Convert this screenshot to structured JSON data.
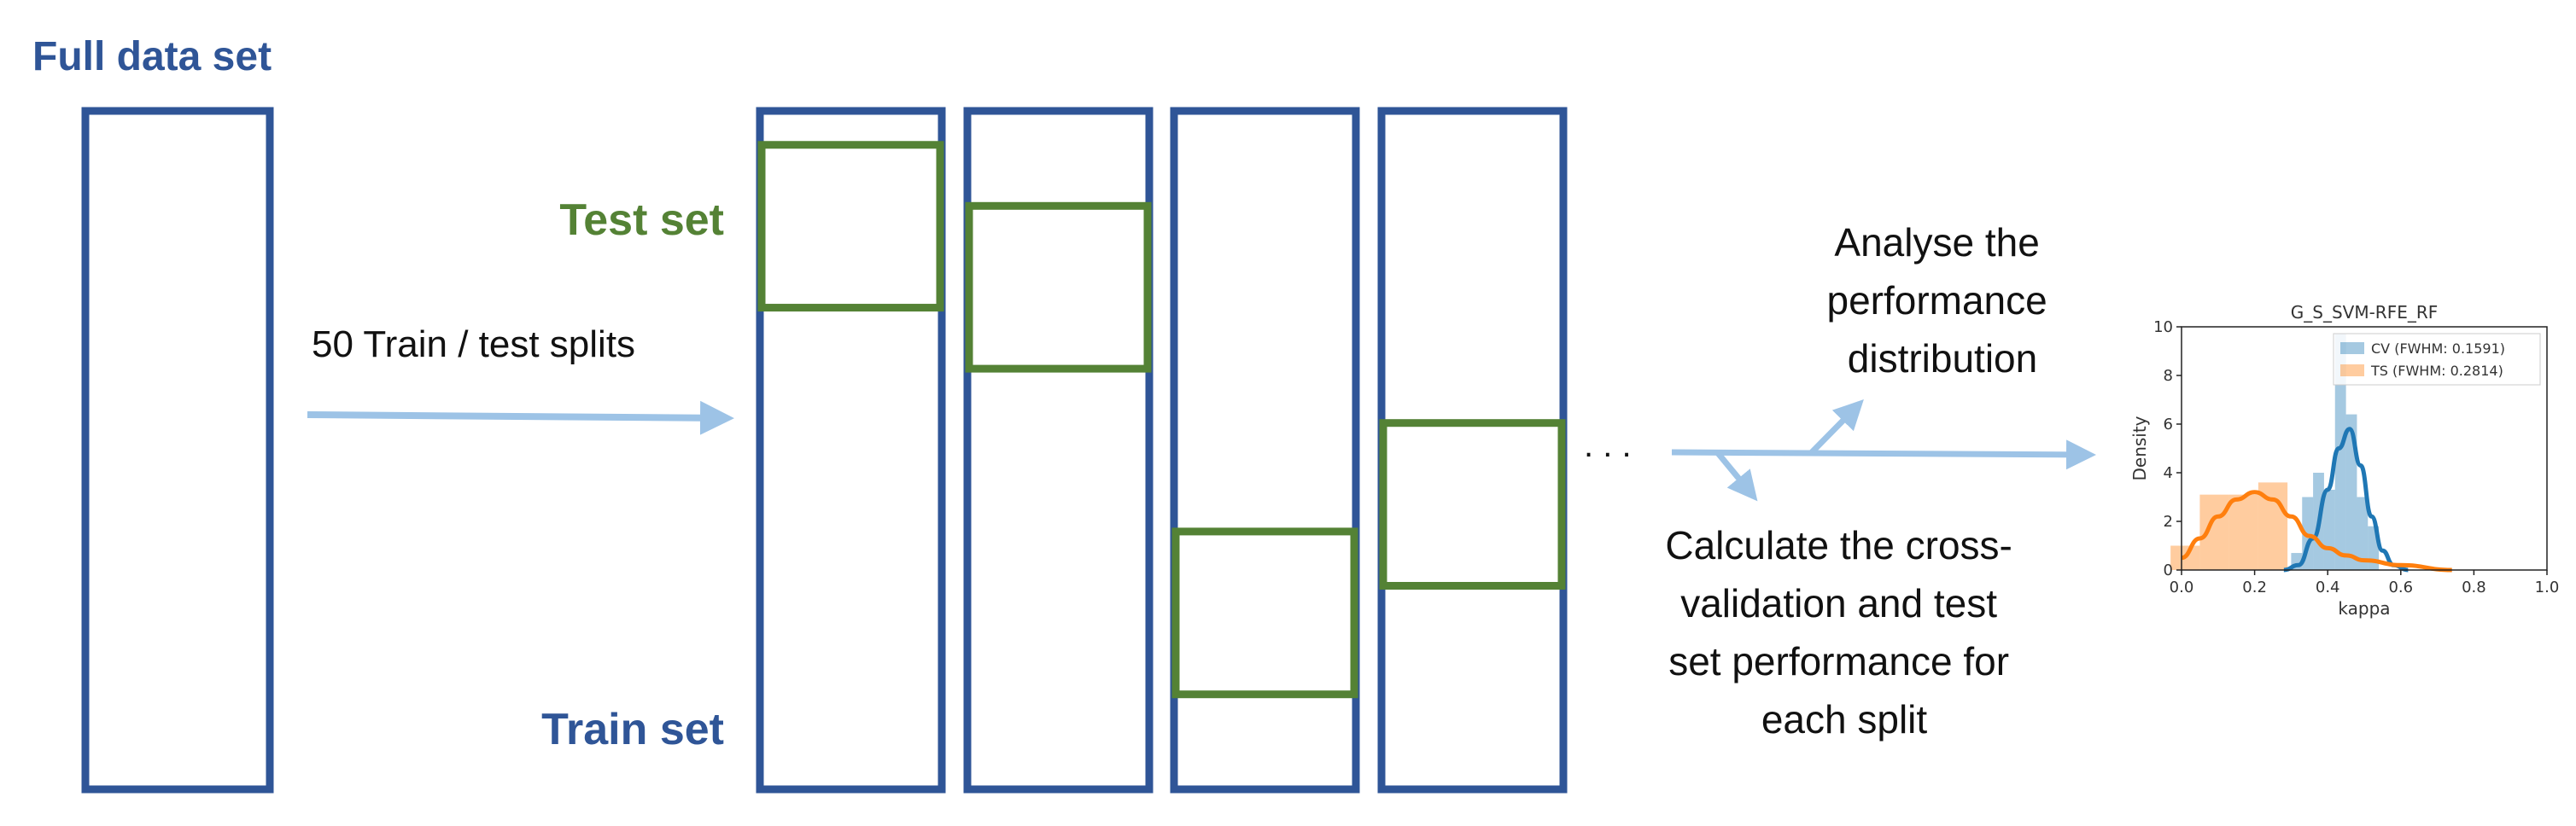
{
  "labels": {
    "full_data_set": "Full data set",
    "test_set": "Test set",
    "train_set": "Train set",
    "splits": "50 Train / test splits",
    "ellipsis": ". . .",
    "analyse": [
      "Analyse the",
      "performance",
      "distribution"
    ],
    "calculate": [
      "Calculate the cross-",
      "validation and test",
      "set performance for",
      "each split"
    ]
  },
  "colors": {
    "blue_box": "#2f5597",
    "green_box": "#548235",
    "arrow": "#9dc3e6",
    "cv_series": "#1f77b4",
    "ts_series": "#ff7f0e"
  },
  "splits": [
    {
      "test_start": 0.05,
      "test_end": 0.29
    },
    {
      "test_start": 0.14,
      "test_end": 0.38
    },
    {
      "test_start": 0.62,
      "test_end": 0.86
    },
    {
      "test_start": 0.46,
      "test_end": 0.7
    }
  ],
  "chart_data": {
    "type": "area",
    "title": "G_S_SVM-RFE_RF",
    "xlabel": "kappa",
    "ylabel": "Density",
    "xlim": [
      0.0,
      1.0
    ],
    "ylim": [
      0,
      10
    ],
    "x_ticks": [
      "0.0",
      "0.2",
      "0.4",
      "0.6",
      "0.8",
      "1.0"
    ],
    "y_ticks": [
      "0",
      "2",
      "4",
      "6",
      "8",
      "10"
    ],
    "legend_position": "top-right",
    "series": [
      {
        "name": "CV (FWHM: 0.1591)",
        "histogram": {
          "bin_edges": [
            0.3,
            0.33,
            0.36,
            0.39,
            0.42,
            0.45,
            0.48,
            0.51,
            0.54
          ],
          "heights": [
            0.7,
            3.0,
            4.0,
            3.3,
            9.7,
            6.4,
            3.0,
            1.8
          ]
        },
        "kde": {
          "x": [
            0.28,
            0.32,
            0.36,
            0.4,
            0.43,
            0.46,
            0.49,
            0.52,
            0.55,
            0.58,
            0.62
          ],
          "y": [
            0.0,
            0.2,
            1.3,
            3.3,
            5.0,
            5.8,
            4.3,
            2.2,
            0.8,
            0.2,
            0.0
          ]
        }
      },
      {
        "name": "TS (FWHM: 0.2814)",
        "histogram": {
          "bin_edges": [
            -0.03,
            0.05,
            0.13,
            0.21,
            0.29,
            0.37
          ],
          "heights": [
            1.0,
            3.1,
            3.1,
            3.6,
            0.0
          ]
        },
        "kde": {
          "x": [
            0.0,
            0.05,
            0.1,
            0.15,
            0.2,
            0.25,
            0.3,
            0.35,
            0.4,
            0.45,
            0.5,
            0.6,
            0.74
          ],
          "y": [
            0.5,
            1.3,
            2.2,
            2.9,
            3.2,
            2.9,
            2.2,
            1.4,
            0.9,
            0.6,
            0.4,
            0.2,
            0.0
          ]
        }
      }
    ]
  }
}
